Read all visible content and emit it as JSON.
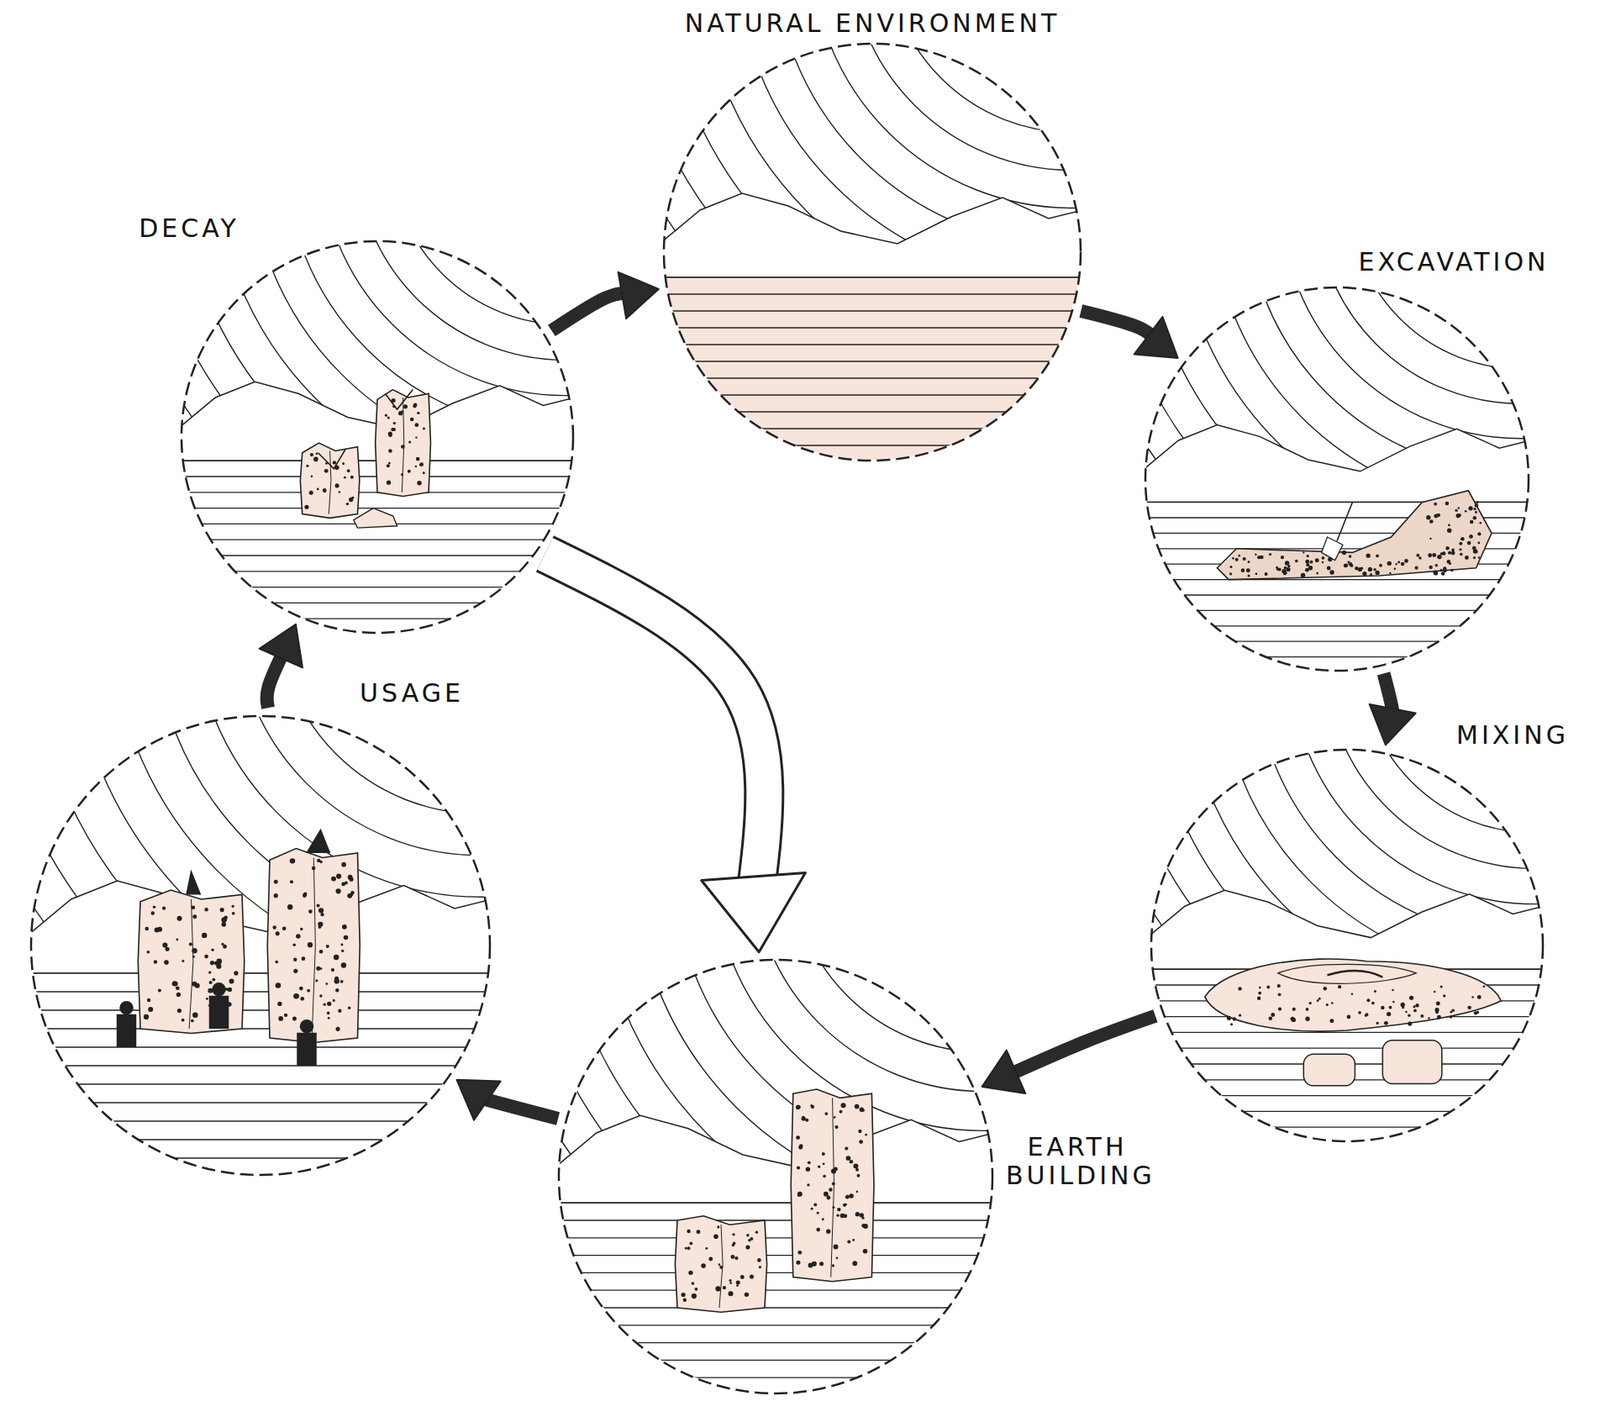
{
  "diagram": {
    "nodes": [
      {
        "text": [
          "NATURAL ENVIRONMENT"
        ]
      },
      {
        "text": [
          "EXCAVATION"
        ]
      },
      {
        "text": [
          "MIXING"
        ]
      },
      {
        "text": [
          "EARTH BUILDING"
        ]
      },
      {
        "text": [
          "USAGE"
        ]
      },
      {
        "text": [
          "DECAY"
        ]
      }
    ],
    "edges": [
      {
        "from": 0,
        "to": 1,
        "arrow": "to"
      },
      {
        "from": 1,
        "to": 2,
        "arrow": "to"
      },
      {
        "from": 2,
        "to": 3,
        "arrow": "to"
      },
      {
        "from": 3,
        "to": 4,
        "arrow": "to"
      },
      {
        "from": 4,
        "to": 5,
        "arrow": "to"
      },
      {
        "from": 5,
        "to": 0,
        "arrow": "to"
      },
      {
        "from": 5,
        "to": 3,
        "arrow": "to"
      }
    ]
  }
}
